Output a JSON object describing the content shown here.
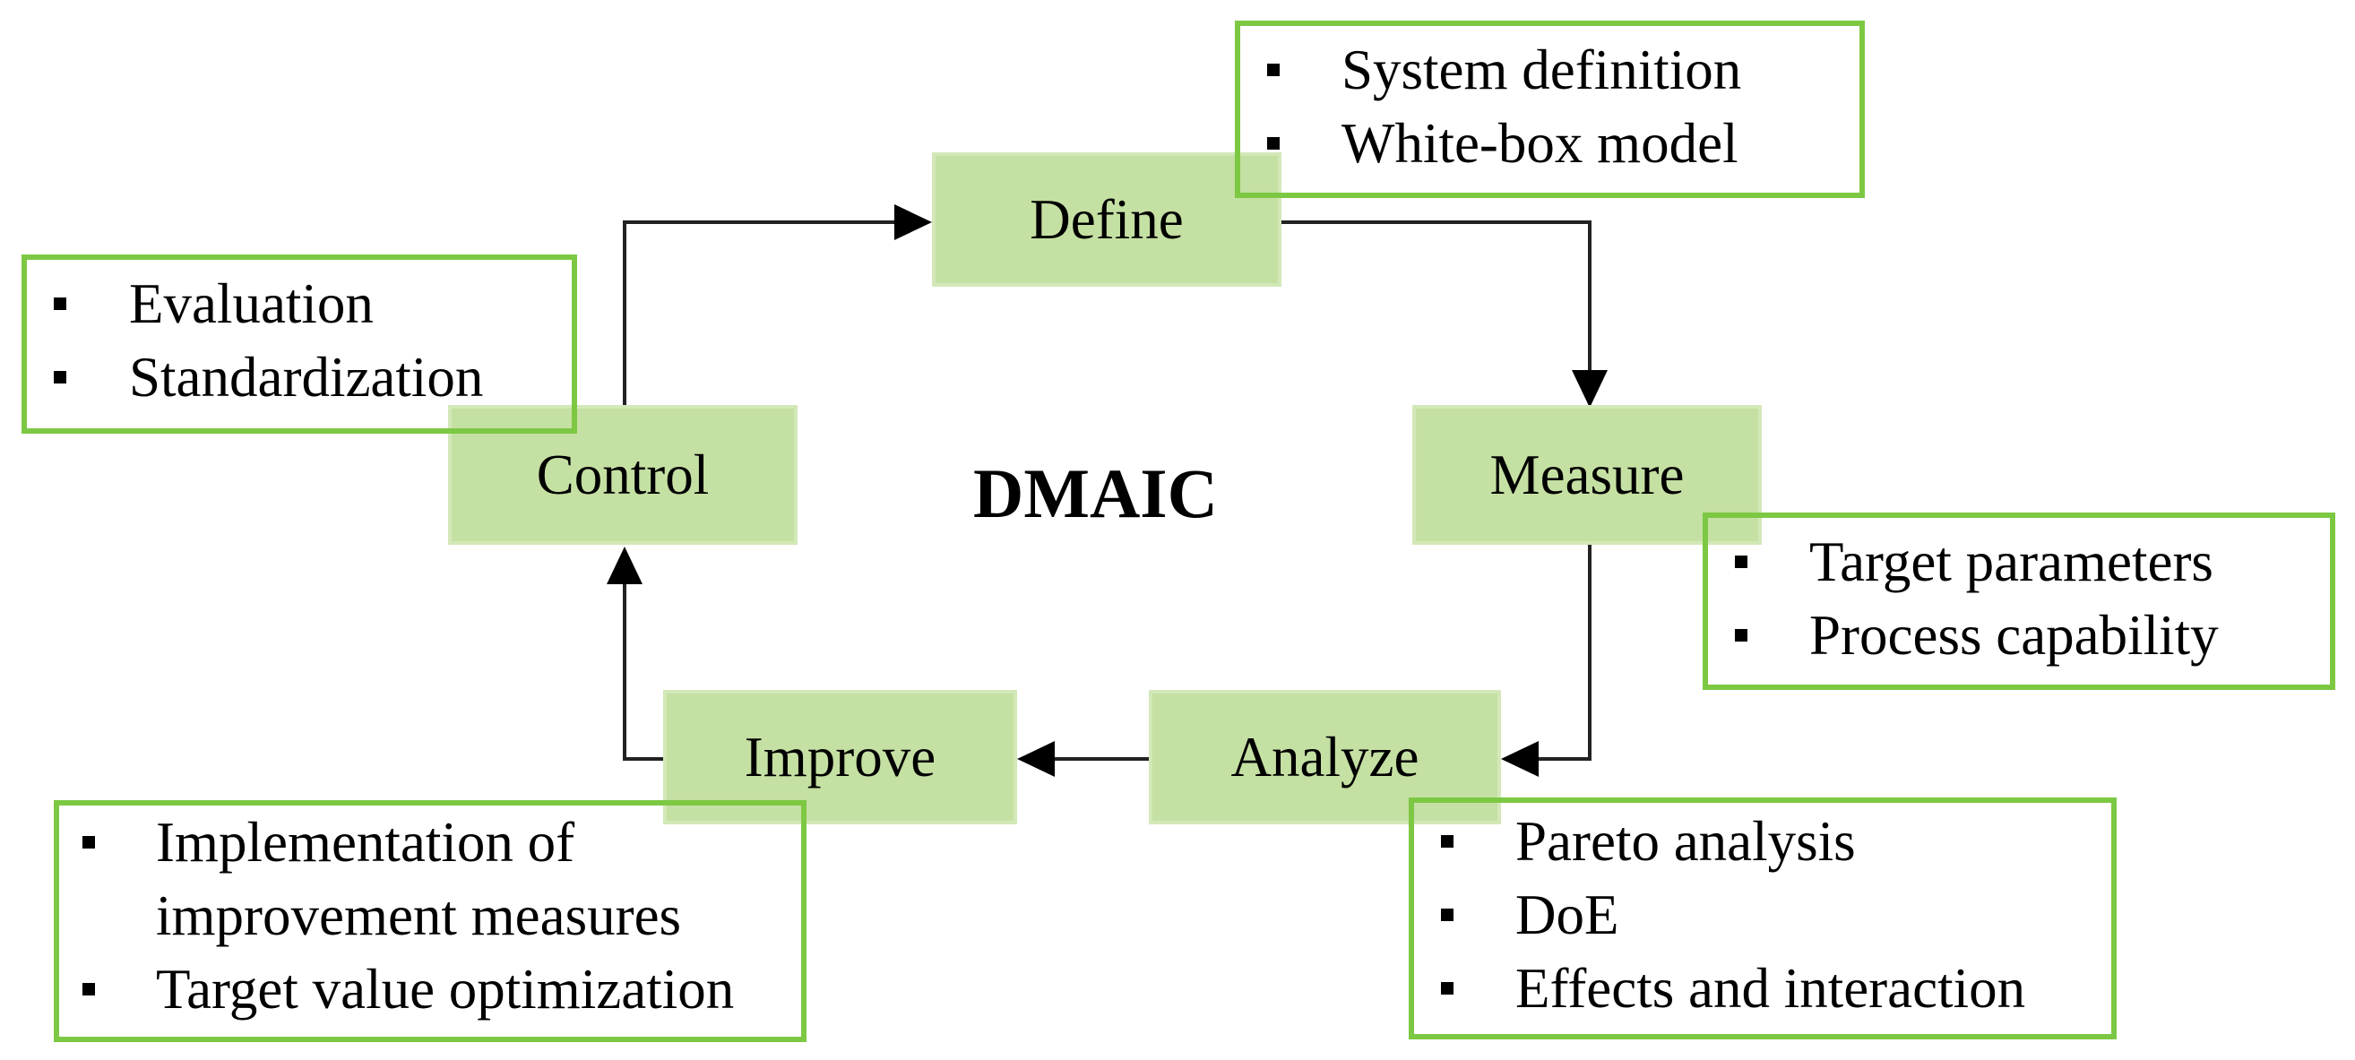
{
  "title": "DMAIC",
  "phases": {
    "define": "Define",
    "measure": "Measure",
    "analyze": "Analyze",
    "improve": "Improve",
    "control": "Control"
  },
  "notes": {
    "define": [
      "System definition",
      "White-box model"
    ],
    "measure": [
      "Target parameters",
      "Process capability"
    ],
    "analyze": [
      "Pareto analysis",
      "DoE",
      "Effects and interaction"
    ],
    "improve": [
      "Implementation of",
      "improvement measures",
      "Target value optimization"
    ],
    "control": [
      "Evaluation",
      "Standardization"
    ]
  },
  "colors": {
    "phase_fill": "#c5e0a3",
    "note_border": "#7cc843",
    "arrow": "#000000"
  }
}
